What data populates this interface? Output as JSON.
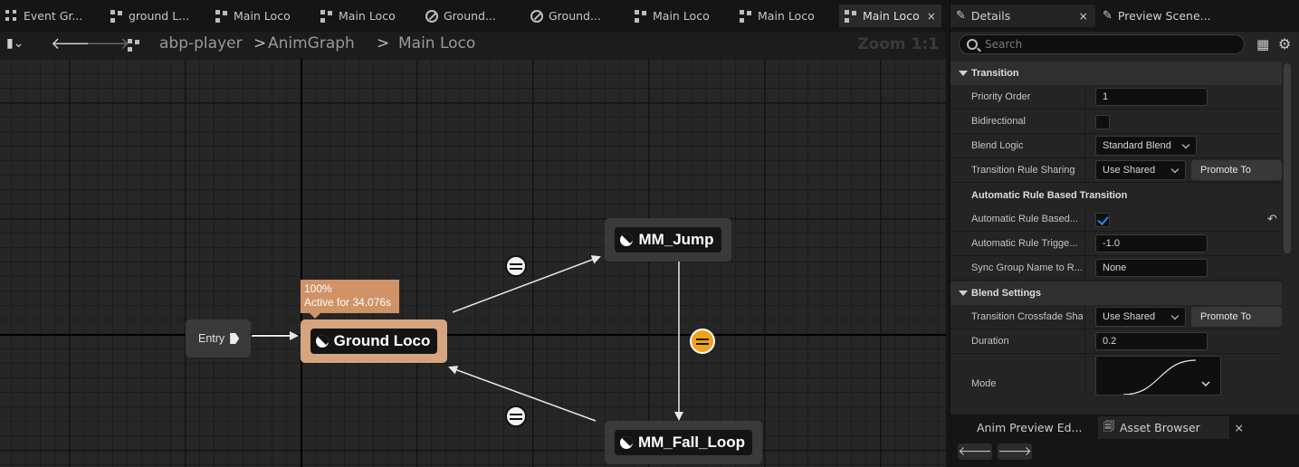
{
  "tabs": [
    {
      "label": "Event Gr...",
      "icon": "event-graph-icon"
    },
    {
      "label": "ground L...",
      "icon": "graph-icon"
    },
    {
      "label": "Main Loco",
      "icon": "graph-icon"
    },
    {
      "label": "Main Loco",
      "icon": "graph-icon"
    },
    {
      "label": "Ground...",
      "icon": "state-machine-icon"
    },
    {
      "label": "Ground...",
      "icon": "state-machine-icon"
    },
    {
      "label": "Main Loco",
      "icon": "graph-icon"
    },
    {
      "label": "Main Loco",
      "icon": "graph-icon"
    },
    {
      "label": "Main Loco",
      "icon": "graph-icon",
      "active": true,
      "close": "×"
    }
  ],
  "toolbar": {
    "back": "🡐",
    "forward": "🡒",
    "breadcrumb": [
      "abp-player",
      "AnimGraph",
      "Main Loco"
    ],
    "sep1": ">",
    "sep2": ">",
    "zoom": "Zoom 1:1"
  },
  "graph": {
    "entry": "Entry",
    "tooltip_line1": "100%",
    "tooltip_line2": "Active for 34.076s",
    "states": {
      "ground": "Ground Loco",
      "jump": "MM_Jump",
      "fall": "MM_Fall_Loop"
    }
  },
  "details": {
    "tab": "Details",
    "tab_close": "×",
    "preview_tab": "Preview Scene...",
    "search_placeholder": "Search",
    "transition": {
      "title": "Transition",
      "priority_label": "Priority Order",
      "priority_value": "1",
      "bidirectional_label": "Bidirectional",
      "bidirectional": false,
      "blend_logic_label": "Blend Logic",
      "blend_logic_value": "Standard Blend",
      "rule_sharing_label": "Transition Rule Sharing",
      "rule_sharing_value": "Use Shared",
      "promote_label": "Promote To"
    },
    "automatic": {
      "title": "Automatic Rule Based Transition",
      "auto_label": "Automatic Rule Based...",
      "auto_checked": true,
      "trigger_label": "Automatic Rule Trigge...",
      "trigger_value": "-1.0",
      "sync_label": "Sync Group Name to R...",
      "sync_value": "None"
    },
    "blend": {
      "title": "Blend Settings",
      "crossfade_label": "Transition Crossfade Sha",
      "crossfade_value": "Use Shared",
      "promote_label": "Promote To",
      "duration_label": "Duration",
      "duration_value": "0.2",
      "mode_label": "Mode"
    }
  },
  "bottom": {
    "tab1": "Anim Preview Ed...",
    "tab2": "Asset Browser",
    "tab2_close": "×",
    "back": "🡐",
    "forward": "🡒"
  },
  "colors": {
    "active_state": "#d6a47f",
    "active_transition": "#f0a21c",
    "checkbox": "#2a84ff"
  }
}
